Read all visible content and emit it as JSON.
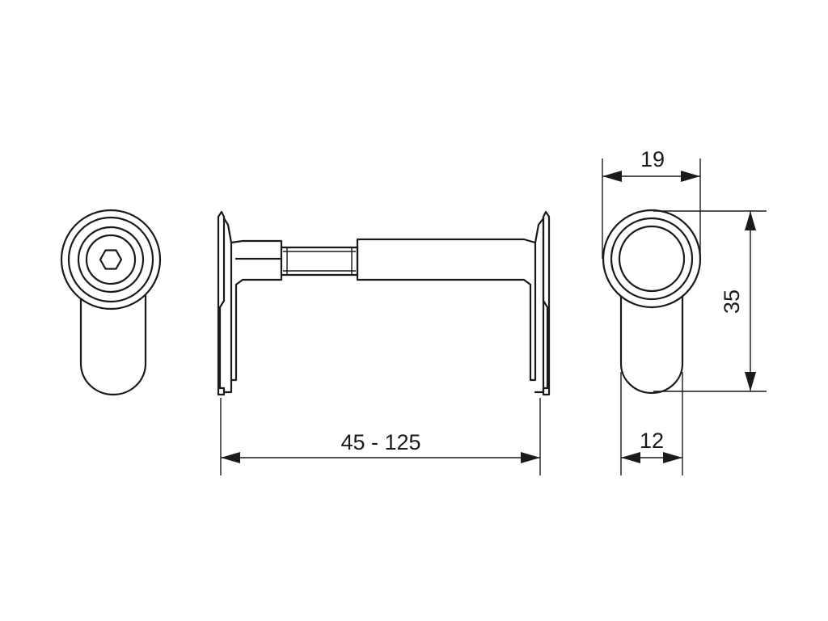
{
  "dimensions": {
    "length_range": "45 - 125",
    "width_top": "19",
    "height_right": "35",
    "width_bottom": "12"
  },
  "colors": {
    "line": "#1a1a1a",
    "background": "#ffffff"
  },
  "icons": {
    "front_view": "hex-socket-cylinder-icon",
    "side_view": "cylinder-side-profile",
    "back_view": "cylinder-back-icon"
  }
}
